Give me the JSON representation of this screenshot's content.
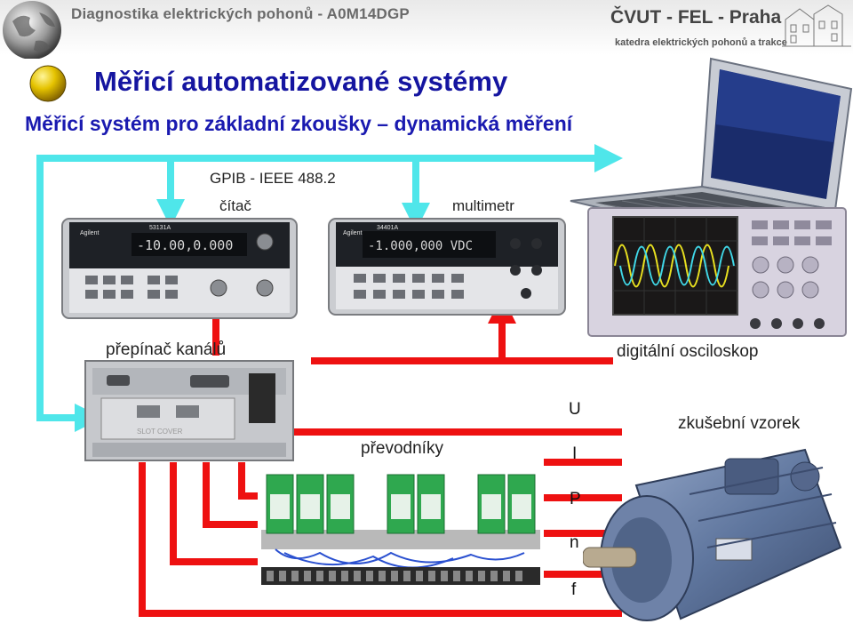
{
  "header": {
    "course_title": "Diagnostika elektrických pohonů - A0M14DGP",
    "institution": "ČVUT - FEL - Praha",
    "department": "katedra elektrických pohonů a trakce"
  },
  "slide": {
    "title": "Měřicí automatizované systémy",
    "subtitle": "Měřicí systém pro základní zkoušky – dynamická měření"
  },
  "labels": {
    "bus": "GPIB - IEEE 488.2",
    "counter": "čítač",
    "multimeter": "multimetr",
    "channel_switch": "přepínač kanálů",
    "oscilloscope": "digitální osciloskop",
    "transducers": "převodníky",
    "sample": "zkušební vzorek"
  },
  "counter_display": {
    "brand": "Agilent",
    "model": "53131A",
    "reading": "-10.00,0.000"
  },
  "multimeter_display": {
    "brand": "Agilent",
    "model": "34401A",
    "reading": "-1.000,000 VDC"
  },
  "switch_panel": {
    "text": "SLOT COVER"
  },
  "signals": [
    "U",
    "I",
    "P",
    "n",
    "f"
  ],
  "colors": {
    "bus_line": "#4fe6ea",
    "signal_line": "#ee1111",
    "title": "#1515a0",
    "bullet": "#d9b800"
  }
}
